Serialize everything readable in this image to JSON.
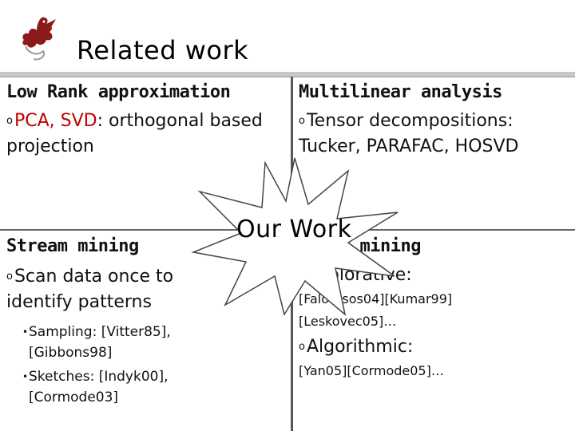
{
  "slide": {
    "title": "Related work"
  },
  "quadrants": {
    "top_left": {
      "heading": "Low Rank approximation",
      "bullet_prefix": "PCA, SVD",
      "bullet_rest": ": orthogonal based projection"
    },
    "top_right": {
      "heading": "Multilinear analysis",
      "bullet": "Tensor decompositions: Tucker, PARAFAC, HOSVD"
    },
    "bottom_left": {
      "heading": "Stream mining",
      "bullet": "Scan data once to identify patterns",
      "sub1": "Sampling: [Vitter85], [Gibbons98]",
      "sub2": "Sketches: [Indyk00], [Cormode03]"
    },
    "bottom_right": {
      "heading": "Graph mining",
      "bullet1": "Explorative:",
      "refs1": "[Faloutsos04][Kumar99] [Leskovec05]…",
      "bullet2": "Algorithmic:",
      "refs2": "[Yan05][Cormode05]…"
    }
  },
  "callout": {
    "label": "Our Work"
  },
  "colors": {
    "accent": "#c00000",
    "divider": "#555555"
  },
  "icons": {
    "logo": "dragon-logo-icon",
    "bullet": "hollow-circle-bullet"
  }
}
